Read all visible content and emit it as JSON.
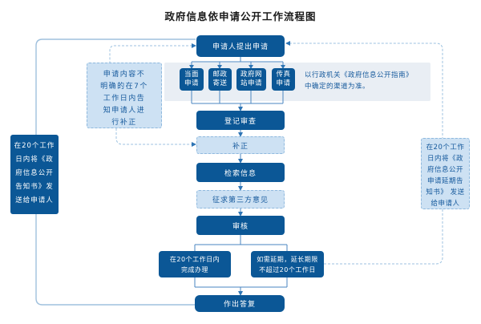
{
  "title": "政府信息依申请公开工作流程图",
  "colors": {
    "node_dark": "#0b5796",
    "node_light_bg": "#cde1f3",
    "node_light_border": "#8fb9de",
    "panel_bg": "#e9eef4",
    "text_blue": "#15599c",
    "line_solid": "#9fc0dd",
    "line_dashed": "#9cc2e0",
    "line_chain": "#4a86c0",
    "arrow": "#2e75b5"
  },
  "flow": {
    "start": "申请人提出申请",
    "channels": [
      "当面\n申请",
      "邮政\n寄送",
      "政府网\n站申请",
      "传真\n申请"
    ],
    "channel_note": "以行政机关《政府信息公开指南》\n中确定的渠道为准。",
    "left_note": "申请内容不\n明确的在7个\n工作日内告\n知申请人进\n行补正",
    "steps": [
      "登记审查",
      "补正",
      "检索信息",
      "征求第三方意见",
      "审核"
    ],
    "deadline_complete": "在20个工作日内\n完成办理",
    "deadline_extend": "如需延期，延长期限\n不超过20个工作日",
    "reply": "作出答复",
    "side_left": "在20个工作\n日内将《政\n府信息公开\n告知书》发\n送给申请人",
    "side_right": "在20个工作\n日内将《政\n府信息公开\n申请延期告\n知书》 发送\n给申请人"
  }
}
